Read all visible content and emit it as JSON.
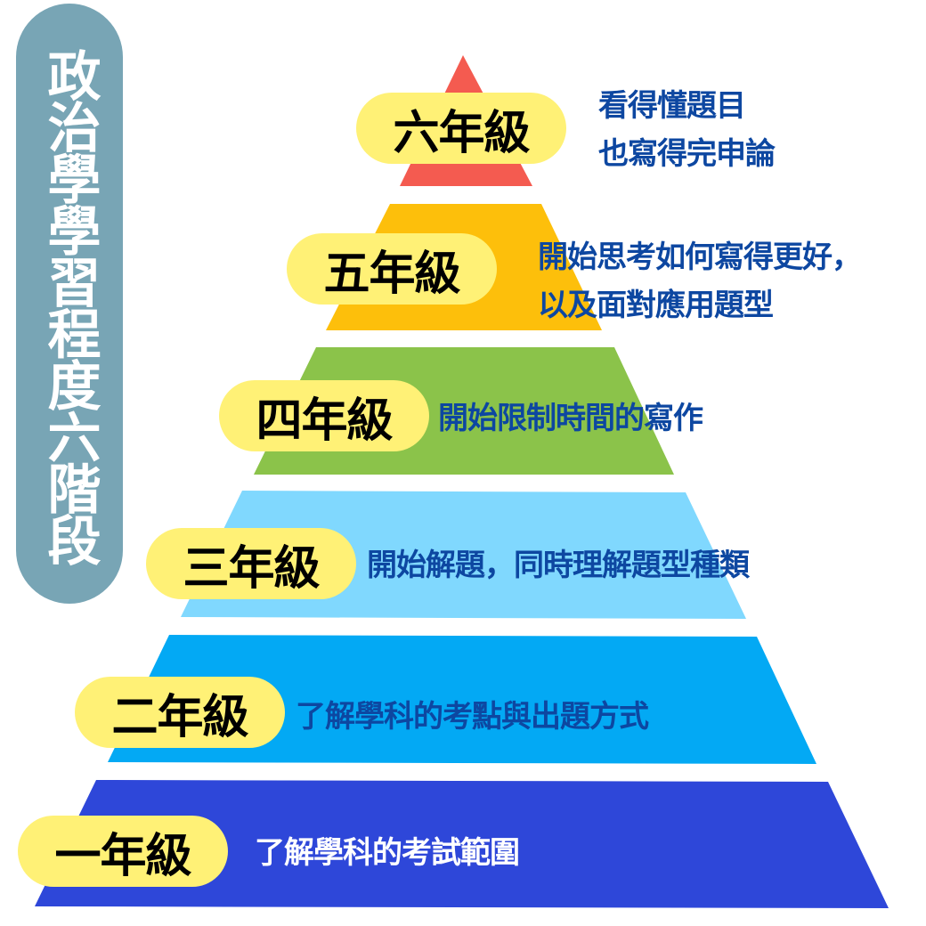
{
  "title": "政治學學習程度六階段",
  "colors": {
    "sidebar": "#78a5b5",
    "pill": "#fff176",
    "desc_text": "#0d47a1"
  },
  "tiers": [
    {
      "label": "六年級",
      "lines": [
        "看得懂題目",
        "也寫得完申論"
      ],
      "color": "#f45b50"
    },
    {
      "label": "五年級",
      "lines": [
        "開始思考如何寫得更好，",
        "以及面對應用題型"
      ],
      "color": "#fdbf0b"
    },
    {
      "label": "四年級",
      "lines": [
        "開始限制時間的寫作"
      ],
      "color": "#8bc34a"
    },
    {
      "label": "三年級",
      "lines": [
        "開始解題，同時理解題型種類"
      ],
      "color": "#80d8fe"
    },
    {
      "label": "二年級",
      "lines": [
        "了解學科的考點與出題方式"
      ],
      "color": "#03a9f4"
    },
    {
      "label": "一年級",
      "lines": [
        "了解學科的考試範圍"
      ],
      "color": "#2e47d9"
    }
  ]
}
